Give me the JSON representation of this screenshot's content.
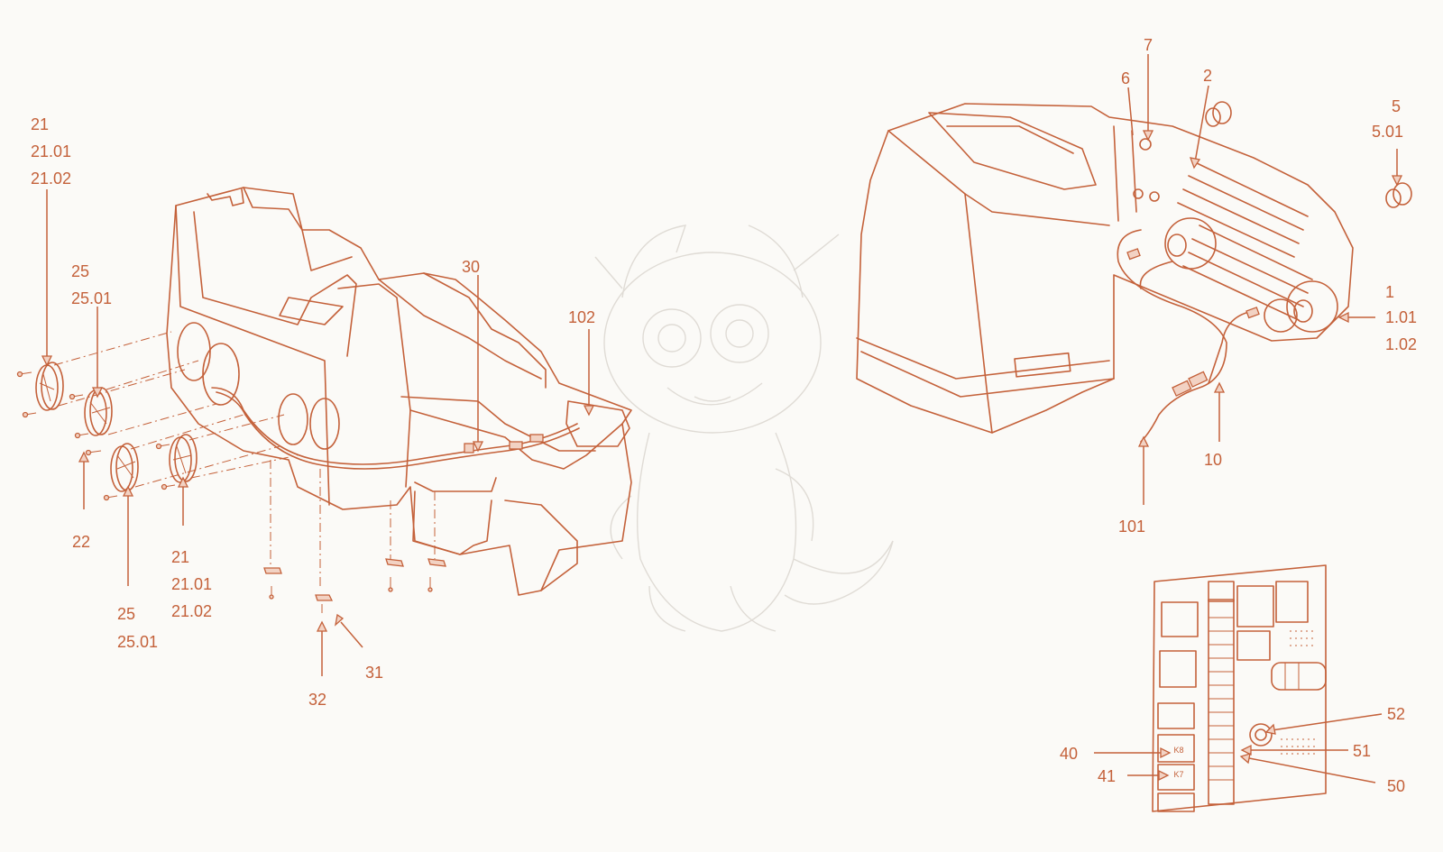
{
  "colors": {
    "accent": "#c4613a",
    "background": "#fbfaf7",
    "watermark": "#d9d4cd"
  },
  "labels": {
    "l21a": "21",
    "l21_01a": "21.01",
    "l21_02a": "21.02",
    "l25a": "25",
    "l25_01a": "25.01",
    "l22": "22",
    "l21b": "21",
    "l21_01b": "21.01",
    "l21_02b": "21.02",
    "l25b": "25",
    "l25_01b": "25.01",
    "l30": "30",
    "l102": "102",
    "l31": "31",
    "l32": "32",
    "l7": "7",
    "l6": "6",
    "l2": "2",
    "l5": "5",
    "l5_01": "5.01",
    "l1": "1",
    "l1_01": "1.01",
    "l1_02": "1.02",
    "l10": "10",
    "l101": "101",
    "l52": "52",
    "l51": "51",
    "l50": "50",
    "l40": "40",
    "l41": "41",
    "relay_k8": "K8",
    "relay_k7": "K7"
  },
  "icons": {
    "watermark": "dragon-watermark-icon"
  }
}
